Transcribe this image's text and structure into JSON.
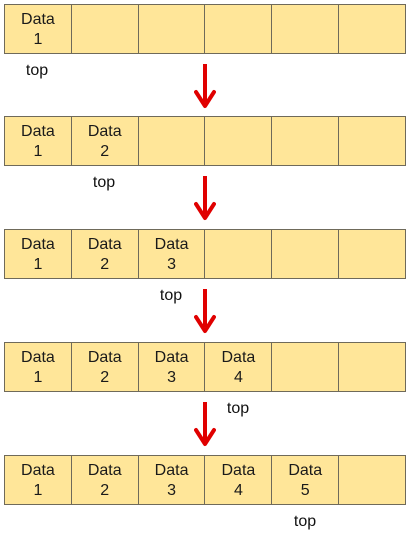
{
  "top_label": "top",
  "colors": {
    "cell_fill": "#ffe699",
    "cell_border": "#6f6a5a",
    "arrow": "#e00000"
  },
  "cell_count": 6,
  "rows": [
    {
      "cells": [
        [
          "Data",
          "1"
        ]
      ],
      "top_index": 0
    },
    {
      "cells": [
        [
          "Data",
          "1"
        ],
        [
          "Data",
          "2"
        ]
      ],
      "top_index": 1
    },
    {
      "cells": [
        [
          "Data",
          "1"
        ],
        [
          "Data",
          "2"
        ],
        [
          "Data",
          "3"
        ]
      ],
      "top_index": 2
    },
    {
      "cells": [
        [
          "Data",
          "1"
        ],
        [
          "Data",
          "2"
        ],
        [
          "Data",
          "3"
        ],
        [
          "Data",
          "4"
        ]
      ],
      "top_index": 3
    },
    {
      "cells": [
        [
          "Data",
          "1"
        ],
        [
          "Data",
          "2"
        ],
        [
          "Data",
          "3"
        ],
        [
          "Data",
          "4"
        ],
        [
          "Data",
          "5"
        ]
      ],
      "top_index": 4
    }
  ]
}
